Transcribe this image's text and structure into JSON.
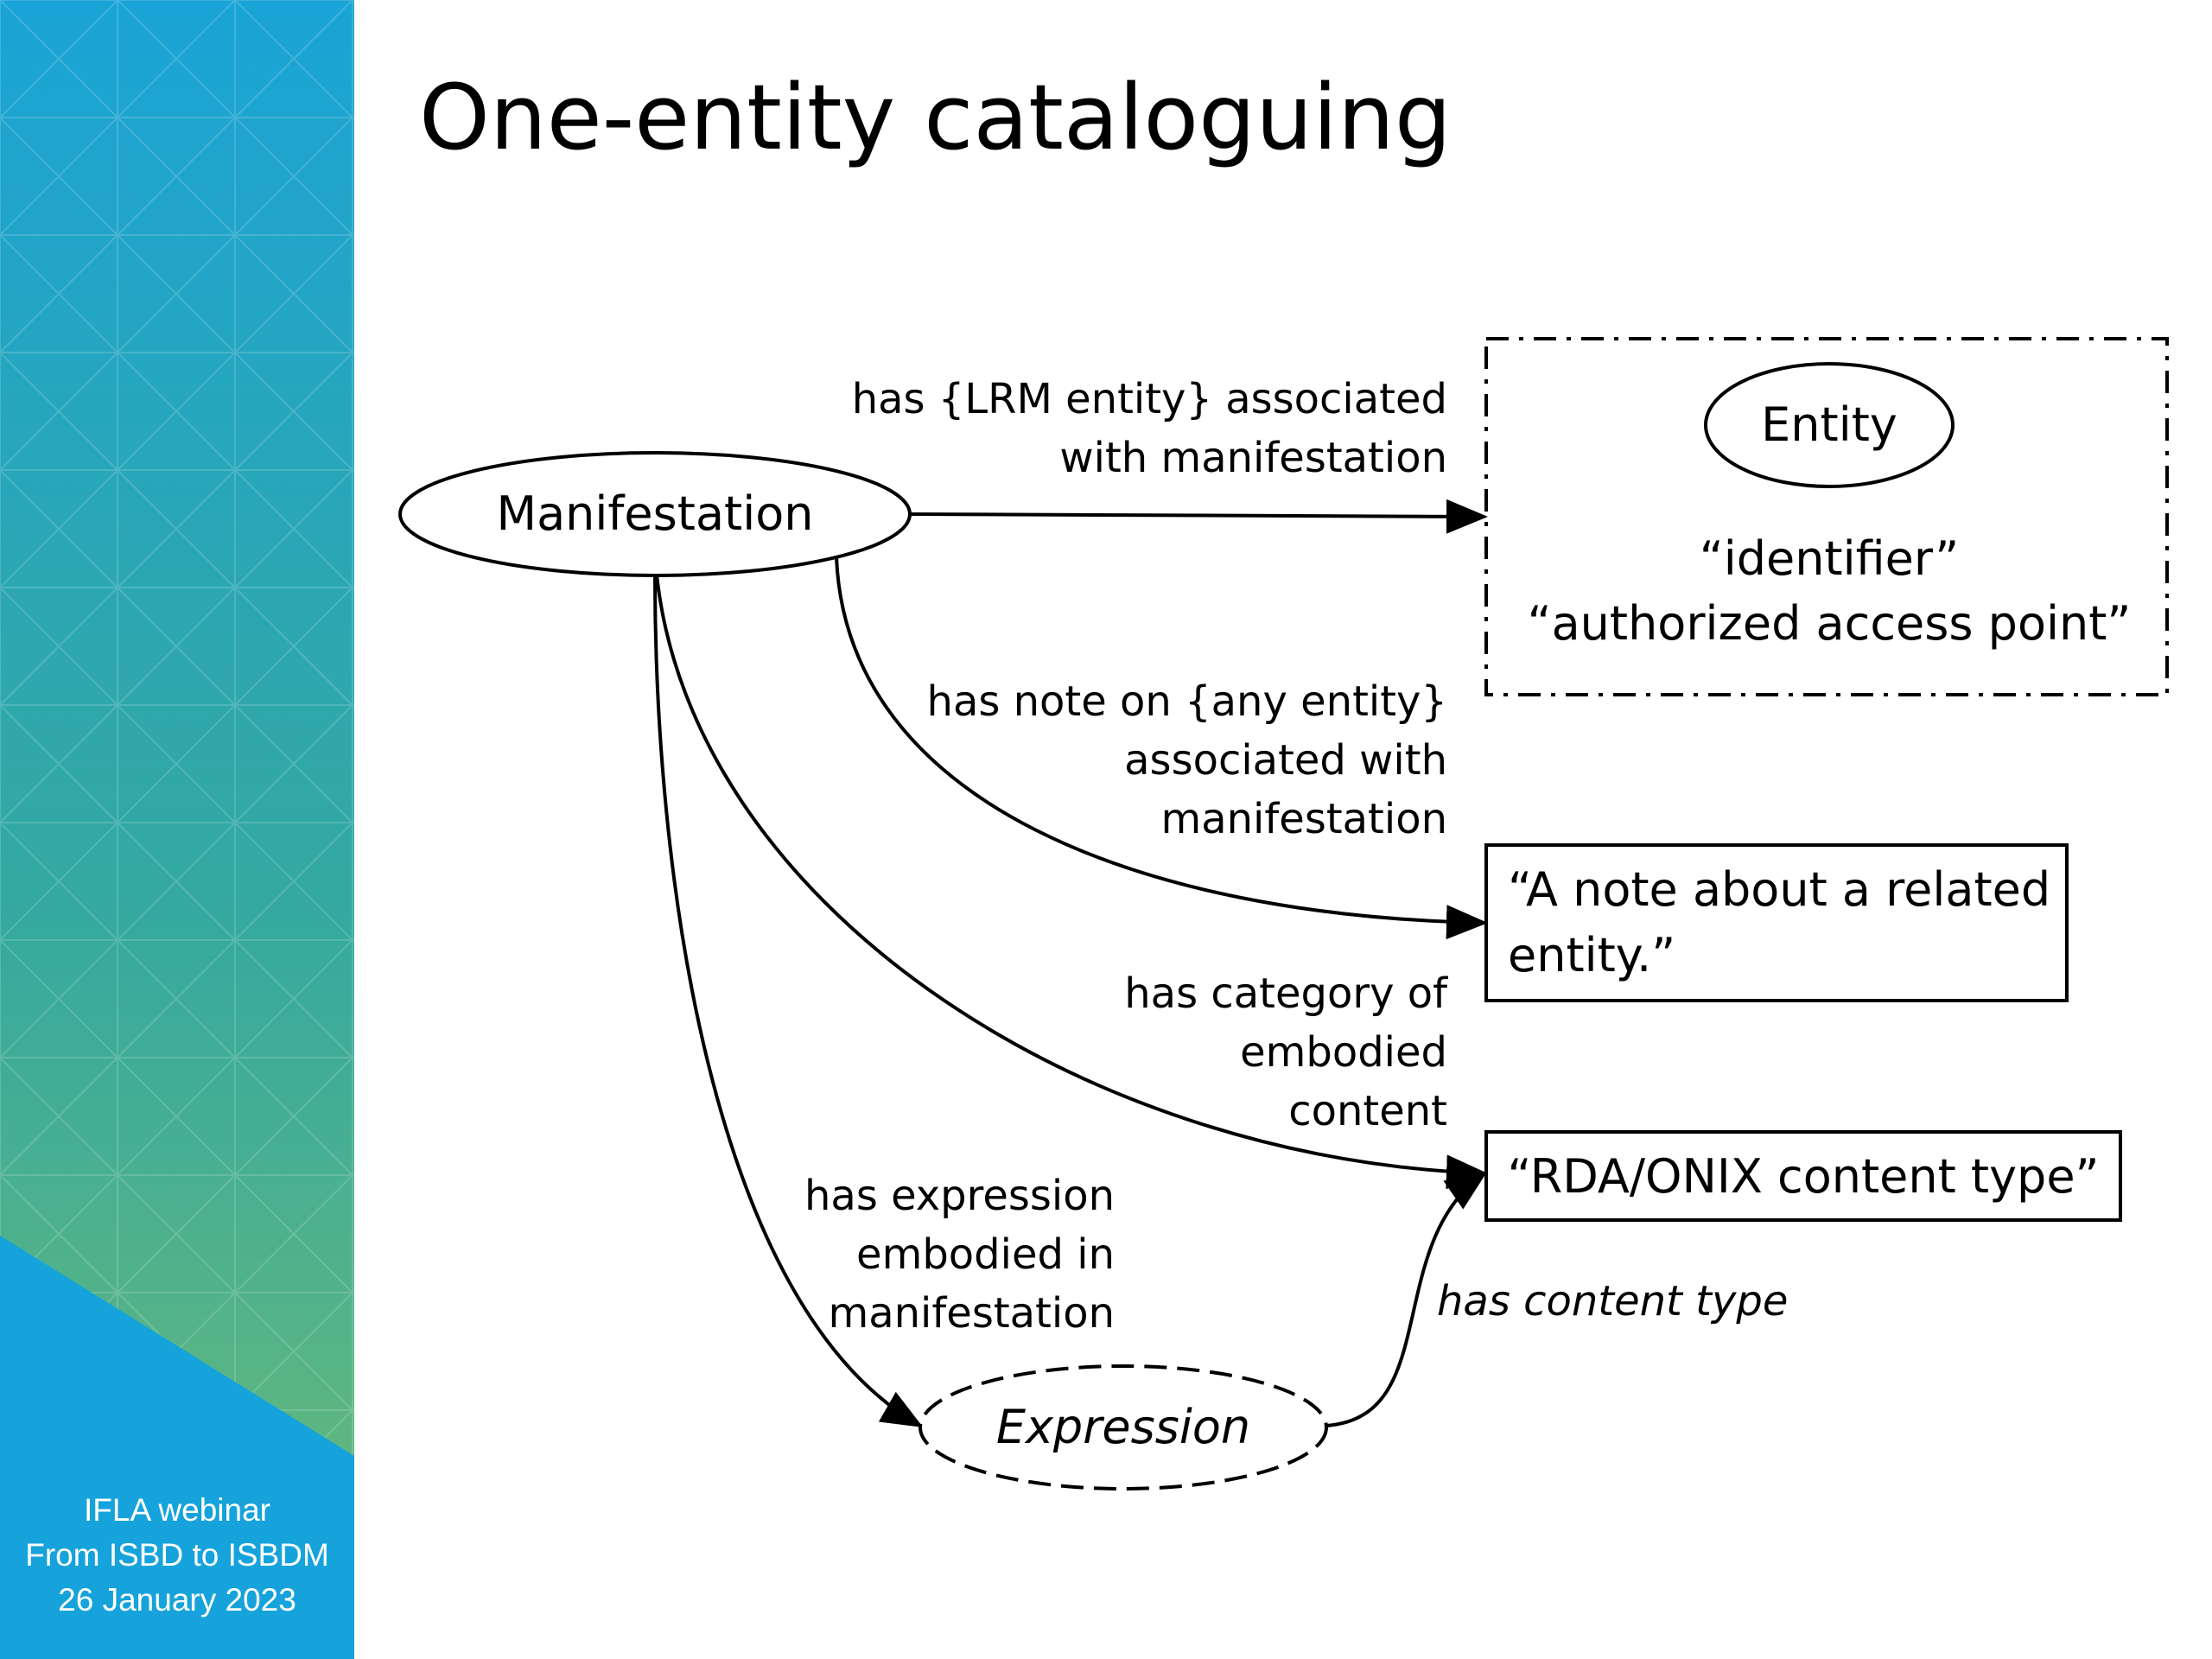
{
  "slide": {
    "title": "One-entity cataloguing"
  },
  "sidebar": {
    "lines": [
      "IFLA webinar",
      "From ISBD to ISBDM",
      "26 January 2023"
    ],
    "colors": {
      "top": "#1aa3d6",
      "middle": "#35a9a0",
      "bottom_green": "#6dbb74",
      "wedge": "#16a3db"
    }
  },
  "nodes": {
    "manifestation": "Manifestation",
    "entity": "Entity",
    "entity_values": [
      "“identifier”",
      "“authorized access point”"
    ],
    "note_value": [
      "“A note about a related",
      "entity.”"
    ],
    "content_type_value": "“RDA/ONIX content type”",
    "expression": "Expression"
  },
  "edges": {
    "lrm_entity": [
      "has {LRM entity} associated",
      "with manifestation"
    ],
    "note_on_entity": [
      "has note on {any entity}",
      "associated with",
      "manifestation"
    ],
    "category_content": [
      "has category of",
      "embodied",
      "content"
    ],
    "expression_embodied": [
      "has expression",
      "embodied in",
      "manifestation"
    ],
    "content_type": "has content type"
  }
}
